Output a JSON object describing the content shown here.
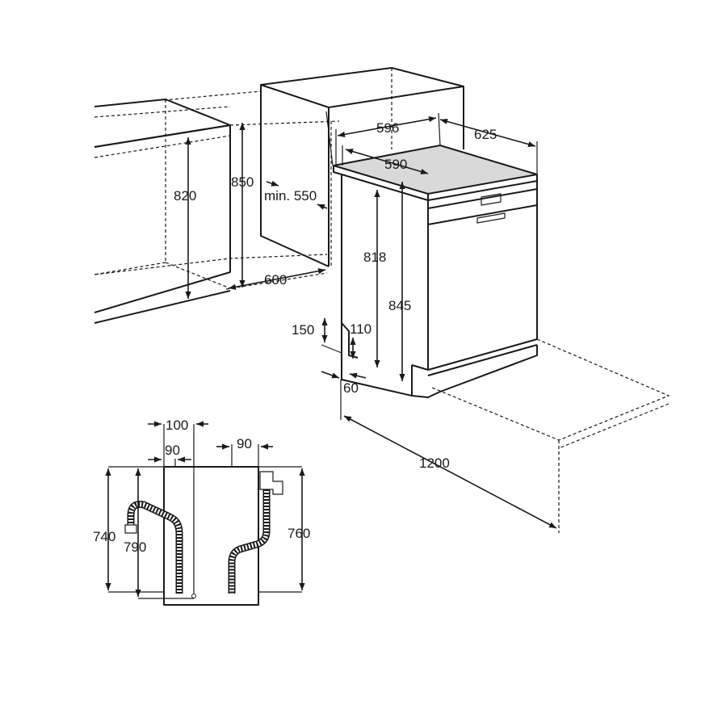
{
  "colors": {
    "ink": "#1a1a1a",
    "worktop": "#d9d9d9",
    "background": "#ffffff"
  },
  "dimensions": {
    "width_top": "596",
    "depth_top": "625",
    "width_inner": "590",
    "niche_height": "820",
    "niche_height_total": "850",
    "min_depth": "min. 550",
    "niche_width": "600",
    "body_height": "818",
    "total_height": "845",
    "plinth_height": "150",
    "plinth_inner": "110",
    "plinth_depth": "60",
    "door_clearance": "1200",
    "hose_offset_left": "100",
    "hose_inner_left": "90",
    "hose_inner_right": "90",
    "height_740": "740",
    "height_790": "790",
    "height_760": "760"
  }
}
